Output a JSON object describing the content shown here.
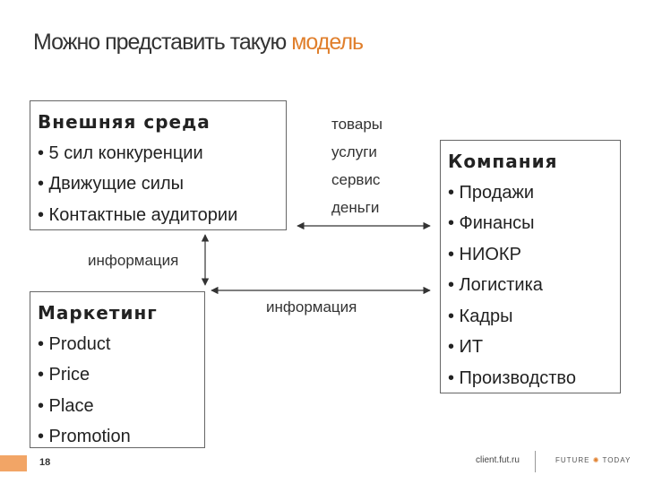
{
  "slide": {
    "title_main": "Можно представить такую ",
    "title_accent": "модель"
  },
  "external_env": {
    "heading": "Внешняя среда",
    "items": [
      "• 5 сил конкуренции",
      "• Движущие силы",
      "• Контактные аудитории"
    ]
  },
  "flows": [
    "товары",
    "услуги",
    "сервис",
    "деньги"
  ],
  "info_labels": {
    "left": "информация",
    "middle": "информация"
  },
  "marketing": {
    "heading": "Маркетинг",
    "items": [
      "• Product",
      "• Price",
      "• Place",
      "• Promotion"
    ]
  },
  "company": {
    "heading": "Компания",
    "items": [
      "• Продажи",
      "• Финансы",
      "• НИОКР",
      "• Логистика",
      "• Кадры",
      "• ИТ",
      "• Производство"
    ]
  },
  "footer": {
    "page_number": "18",
    "site": "client.fut.ru",
    "logo_left": "FUTURE",
    "logo_right": "TODAY"
  },
  "colors": {
    "accent": "#e07f2c",
    "footer_bar": "#f2a566"
  }
}
